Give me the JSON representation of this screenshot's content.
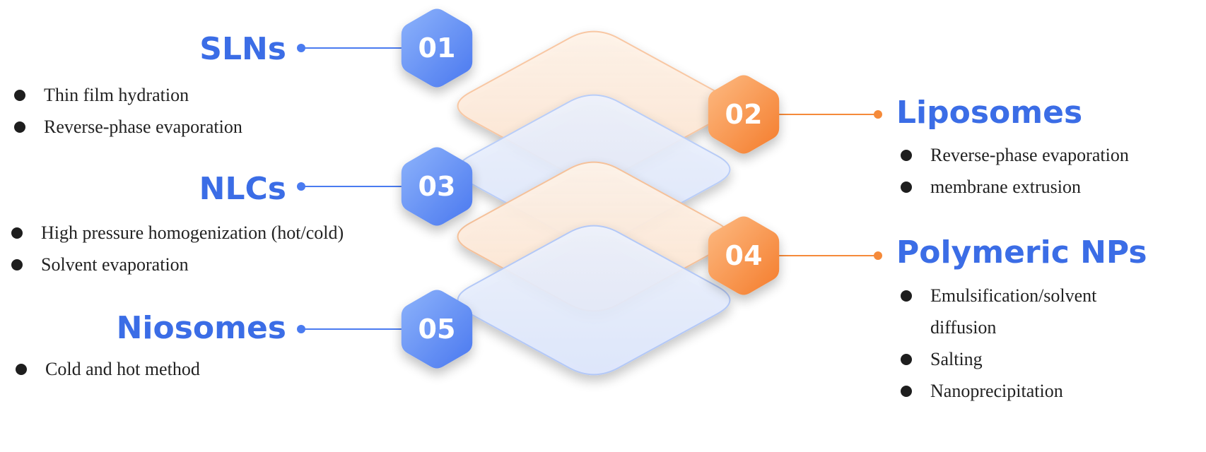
{
  "colors": {
    "blue": "#4a7bf0",
    "blue_light": "#8bb0fb",
    "orange": "#f58a3a",
    "orange_light": "#fcb37a",
    "title_blue": "#3b6de6",
    "text": "#222222"
  },
  "items": [
    {
      "number": "01",
      "title": "SLNs",
      "side": "left",
      "color": "blue",
      "bullets": [
        "Thin film hydration",
        "Reverse-phase evaporation"
      ]
    },
    {
      "number": "02",
      "title": "Liposomes",
      "side": "right",
      "color": "orange",
      "bullets": [
        "Reverse-phase evaporation",
        "membrane extrusion"
      ]
    },
    {
      "number": "03",
      "title": "NLCs",
      "side": "left",
      "color": "blue",
      "bullets": [
        "High pressure homogenization (hot/cold)",
        "Solvent evaporation"
      ]
    },
    {
      "number": "04",
      "title": "Polymeric NPs",
      "side": "right",
      "color": "orange",
      "bullets": [
        "Emulsification/solvent",
        "diffusion",
        "Salting",
        "Nanoprecipitation"
      ]
    },
    {
      "number": "05",
      "title": "Niosomes",
      "side": "left",
      "color": "blue",
      "bullets": [
        "Cold and hot method"
      ]
    }
  ]
}
